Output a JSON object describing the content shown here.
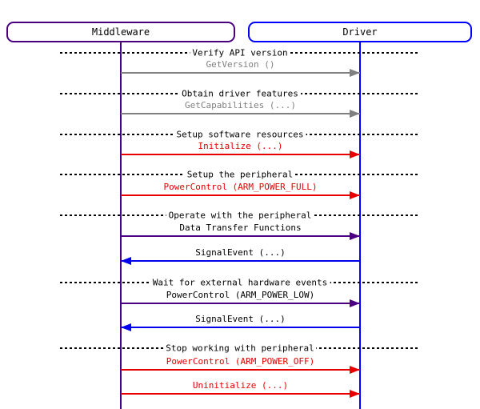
{
  "colors": {
    "middleware": "#4B0082",
    "driver": "#0000FF",
    "gray": "#808080",
    "red": "#E80000",
    "blue": "#0000F0",
    "purple": "#4B0082",
    "black": "#000000"
  },
  "entities": [
    {
      "label": "Middleware"
    },
    {
      "label": "Driver"
    }
  ],
  "rows": [
    {
      "kind": "divider",
      "label": "Verify API version"
    },
    {
      "kind": "message",
      "label": "GetVersion ()",
      "from": "Middleware",
      "to": "Driver",
      "color": "gray",
      "label_color": "gray"
    },
    {
      "kind": "divider",
      "label": "Obtain driver features"
    },
    {
      "kind": "message",
      "label": "GetCapabilities (...)",
      "from": "Middleware",
      "to": "Driver",
      "color": "gray",
      "label_color": "gray"
    },
    {
      "kind": "divider",
      "label": "Setup software resources"
    },
    {
      "kind": "message",
      "label": "Initialize (...)",
      "from": "Middleware",
      "to": "Driver",
      "color": "red",
      "label_color": "red"
    },
    {
      "kind": "divider",
      "label": "Setup the peripheral"
    },
    {
      "kind": "message",
      "label": "PowerControl (ARM_POWER_FULL)",
      "from": "Middleware",
      "to": "Driver",
      "color": "red",
      "label_color": "red"
    },
    {
      "kind": "divider",
      "label": "Operate with the peripheral"
    },
    {
      "kind": "message",
      "label": "Data Transfer Functions",
      "from": "Middleware",
      "to": "Driver",
      "color": "purple",
      "label_color": "black"
    },
    {
      "kind": "message",
      "label": "SignalEvent (...)",
      "from": "Driver",
      "to": "Middleware",
      "color": "blue",
      "label_color": "black"
    },
    {
      "kind": "divider",
      "label": "Wait for external hardware events"
    },
    {
      "kind": "message",
      "label": "PowerControl (ARM_POWER_LOW)",
      "from": "Middleware",
      "to": "Driver",
      "color": "purple",
      "label_color": "black"
    },
    {
      "kind": "message",
      "label": "SignalEvent (...)",
      "from": "Driver",
      "to": "Middleware",
      "color": "blue",
      "label_color": "black"
    },
    {
      "kind": "divider",
      "label": "Stop working with peripheral"
    },
    {
      "kind": "message",
      "label": "PowerControl (ARM_POWER_OFF)",
      "from": "Middleware",
      "to": "Driver",
      "color": "red",
      "label_color": "red"
    },
    {
      "kind": "message",
      "label": "Uninitialize (...)",
      "from": "Middleware",
      "to": "Driver",
      "color": "red",
      "label_color": "red"
    }
  ]
}
